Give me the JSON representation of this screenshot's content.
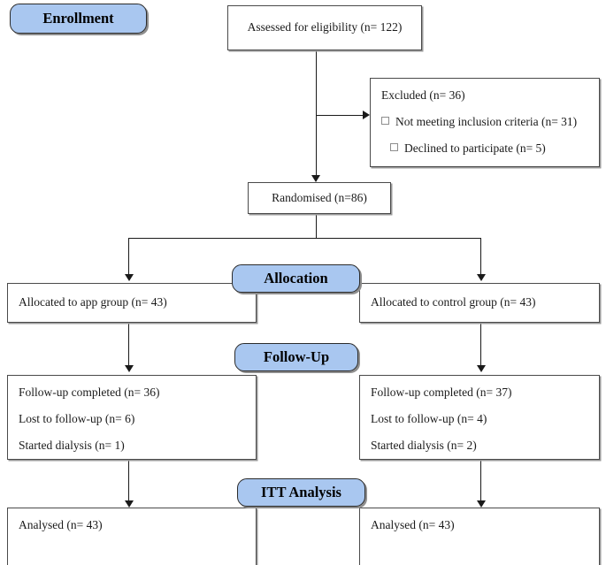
{
  "diagram": {
    "type": "consort-flow-diagram",
    "accent_color": "#a9c7f0",
    "border_color": "#4a4a4a",
    "line_color": "#1a1a1a"
  },
  "stages": {
    "enrollment": "Enrollment",
    "allocation": "Allocation",
    "follow_up": "Follow-Up",
    "itt_analysis": "ITT Analysis"
  },
  "nodes": {
    "assessed": "Assessed for eligibility (n= 122)",
    "excluded": {
      "heading": "Excluded (n= 36)",
      "reasons": [
        "Not meeting inclusion criteria (n= 31)",
        "Declined to participate (n= 5)"
      ]
    },
    "randomised": "Randomised (n=86)",
    "allocated_app": "Allocated to app group (n= 43)",
    "allocated_control": "Allocated to control group (n= 43)",
    "followup_app": {
      "completed": "Follow-up completed (n= 36)",
      "lost": "Lost to follow-up (n= 6)",
      "dialysis": "Started dialysis (n= 1)"
    },
    "followup_control": {
      "completed": "Follow-up completed (n= 37)",
      "lost": "Lost to follow-up (n= 4)",
      "dialysis": "Started dialysis (n= 2)"
    },
    "analysed_app": "Analysed (n= 43)",
    "analysed_control": "Analysed (n= 43)"
  }
}
